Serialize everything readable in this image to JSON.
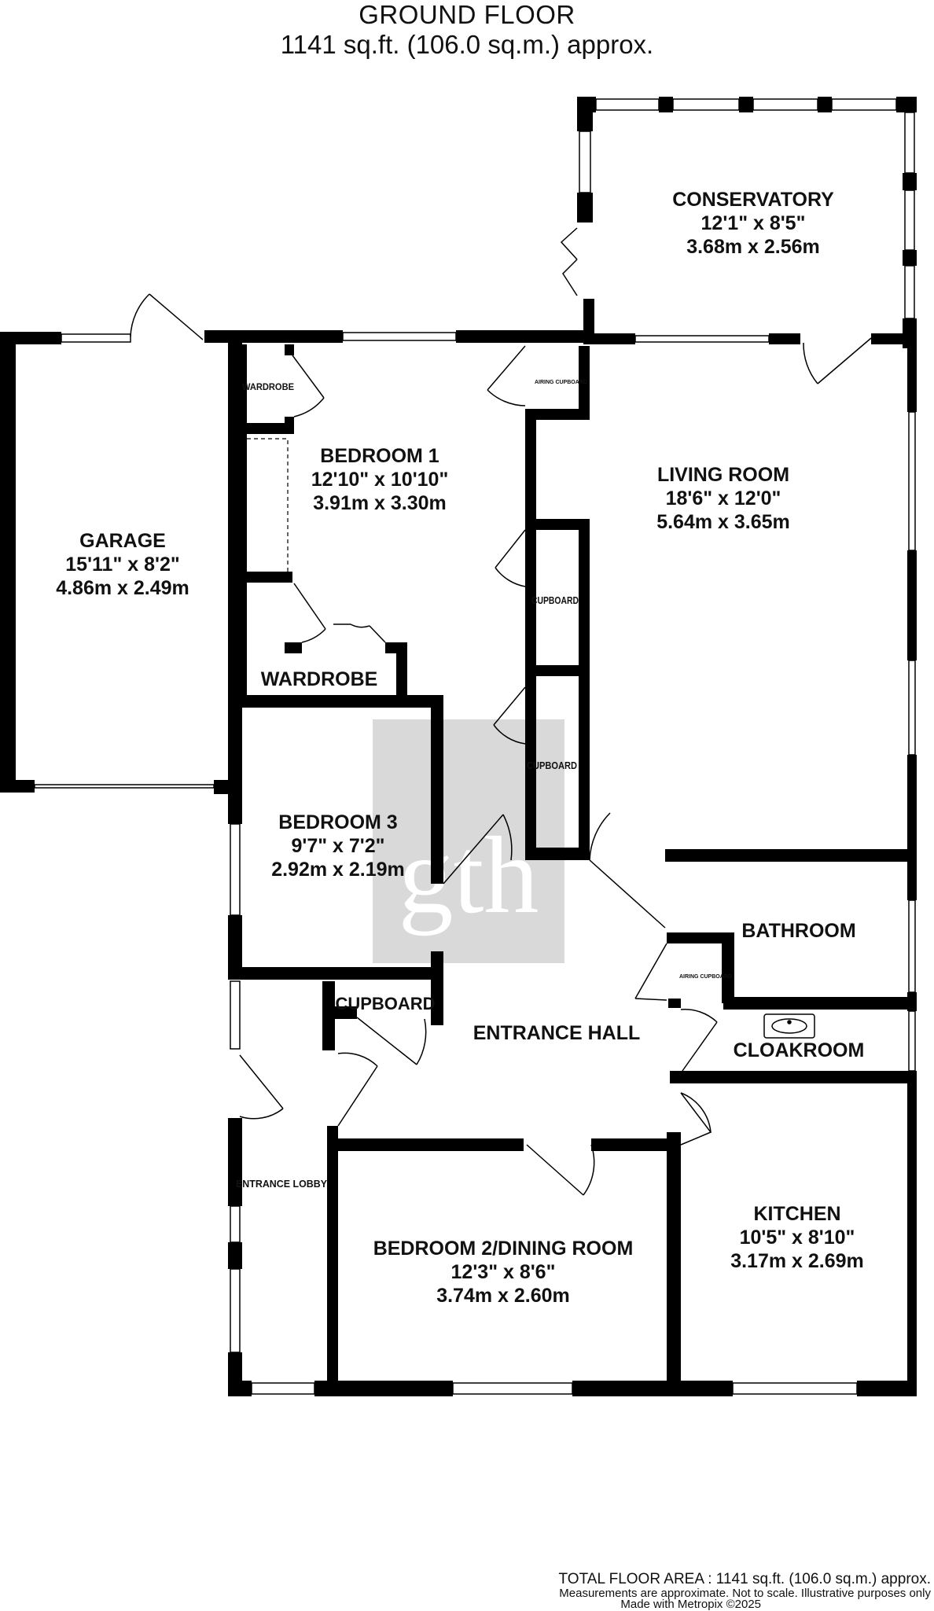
{
  "header": {
    "floor": "GROUND FLOOR",
    "area": "1141 sq.ft. (106.0 sq.m.) approx."
  },
  "rooms": {
    "conservatory": {
      "name": "CONSERVATORY",
      "imperial": "12'1\"  x 8'5\"",
      "metric": "3.68m  x 2.56m"
    },
    "garage": {
      "name": "GARAGE",
      "imperial": "15'11\"  x 8'2\"",
      "metric": "4.86m  x 2.49m"
    },
    "bedroom1": {
      "name": "BEDROOM 1",
      "imperial": "12'10\"  x 10'10\"",
      "metric": "3.91m  x 3.30m"
    },
    "living": {
      "name": "LIVING ROOM",
      "imperial": "18'6\"  x 12'0\"",
      "metric": "5.64m  x 3.65m"
    },
    "bedroom3": {
      "name": "BEDROOM 3",
      "imperial": "9'7\"  x 7'2\"",
      "metric": "2.92m  x 2.19m"
    },
    "bedroom2": {
      "name": "BEDROOM 2/DINING ROOM",
      "imperial": "12'3\"  x 8'6\"",
      "metric": "3.74m  x 2.60m"
    },
    "kitchen": {
      "name": "KITCHEN",
      "imperial": "10'5\"  x 8'10\"",
      "metric": "3.17m  x 2.69m"
    }
  },
  "labels": {
    "wardrobe_top": "WARDROBE",
    "wardrobe": "WARDROBE",
    "airing_cupboard_top": "AIRING CUPBOARD",
    "cupboard1": "CUPBOARD",
    "cupboard2": "CUPBOARD",
    "bathroom": "BATHROOM",
    "airing_cupboard_bath": "AIRING CUPBOARD",
    "cupboard_hall": "CUPBOARD",
    "entrance_hall": "ENTRANCE HALL",
    "cloakroom": "CLOAKROOM",
    "entrance_lobby": "ENTRANCE LOBBY"
  },
  "watermark": "gth",
  "footer": {
    "total": "TOTAL FLOOR AREA : 1141 sq.ft. (106.0 sq.m.) approx.",
    "disclaimer": "Measurements are approximate.  Not to scale.  Illustrative purposes only",
    "credit": "Made with Metropix ©2025"
  },
  "colors": {
    "wall": "#000000",
    "window": "#ffffff",
    "watermark_box": "#d9d9d9"
  }
}
